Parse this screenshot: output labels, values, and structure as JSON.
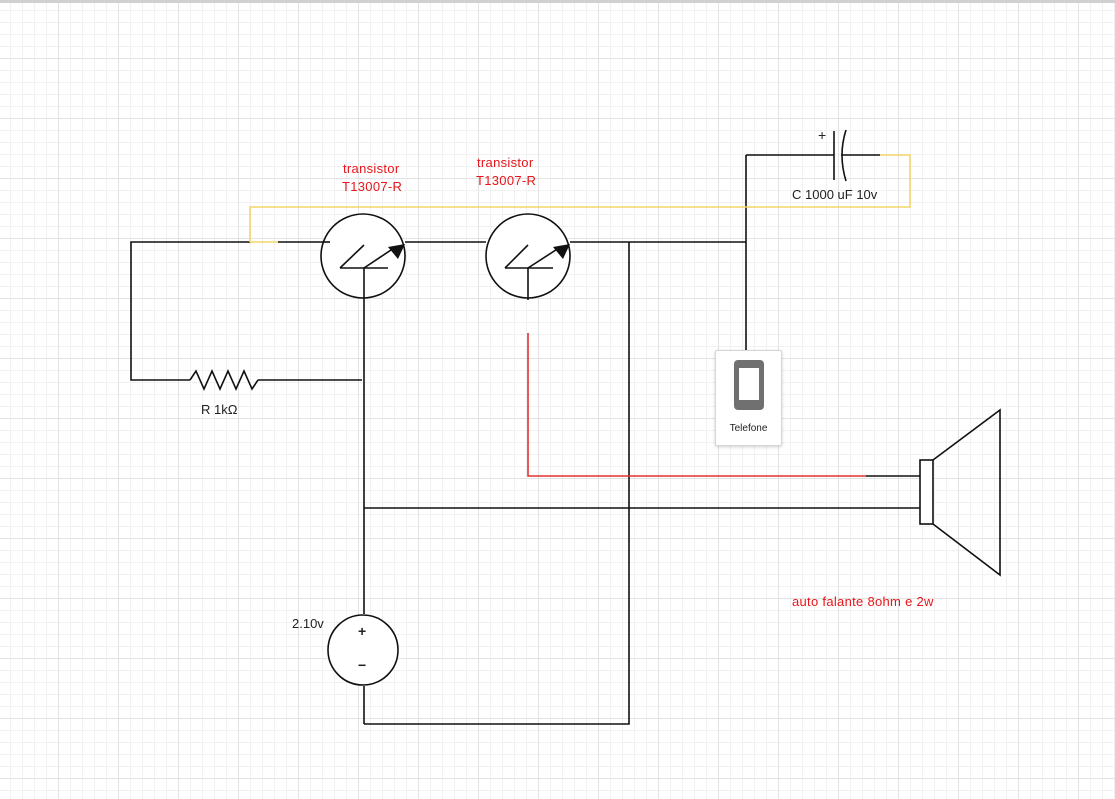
{
  "labels": {
    "transistor1_line1": "transistor",
    "transistor1_line2": "T13007-R",
    "transistor2_line1": "transistor",
    "transistor2_line2": "T13007-R",
    "capacitor": "C 1000 uF 10v",
    "capacitor_plus": "+",
    "resistor": "R 1kΩ",
    "source_voltage": "2.10v",
    "source_plus": "+",
    "source_minus": "−",
    "phone": "Telefone",
    "speaker": "auto falante 8ohm e 2w"
  },
  "colors": {
    "wire": "#111111",
    "signal_wire": "#e23030",
    "link_wire": "#f2d56b",
    "annotation": "#e8151a"
  },
  "icons": {
    "phone": "smartphone-icon",
    "transistor": "npn-transistor-symbol",
    "resistor": "resistor-symbol",
    "capacitor": "polarized-capacitor-symbol",
    "source": "dc-voltage-source-symbol",
    "speaker": "loudspeaker-symbol"
  }
}
